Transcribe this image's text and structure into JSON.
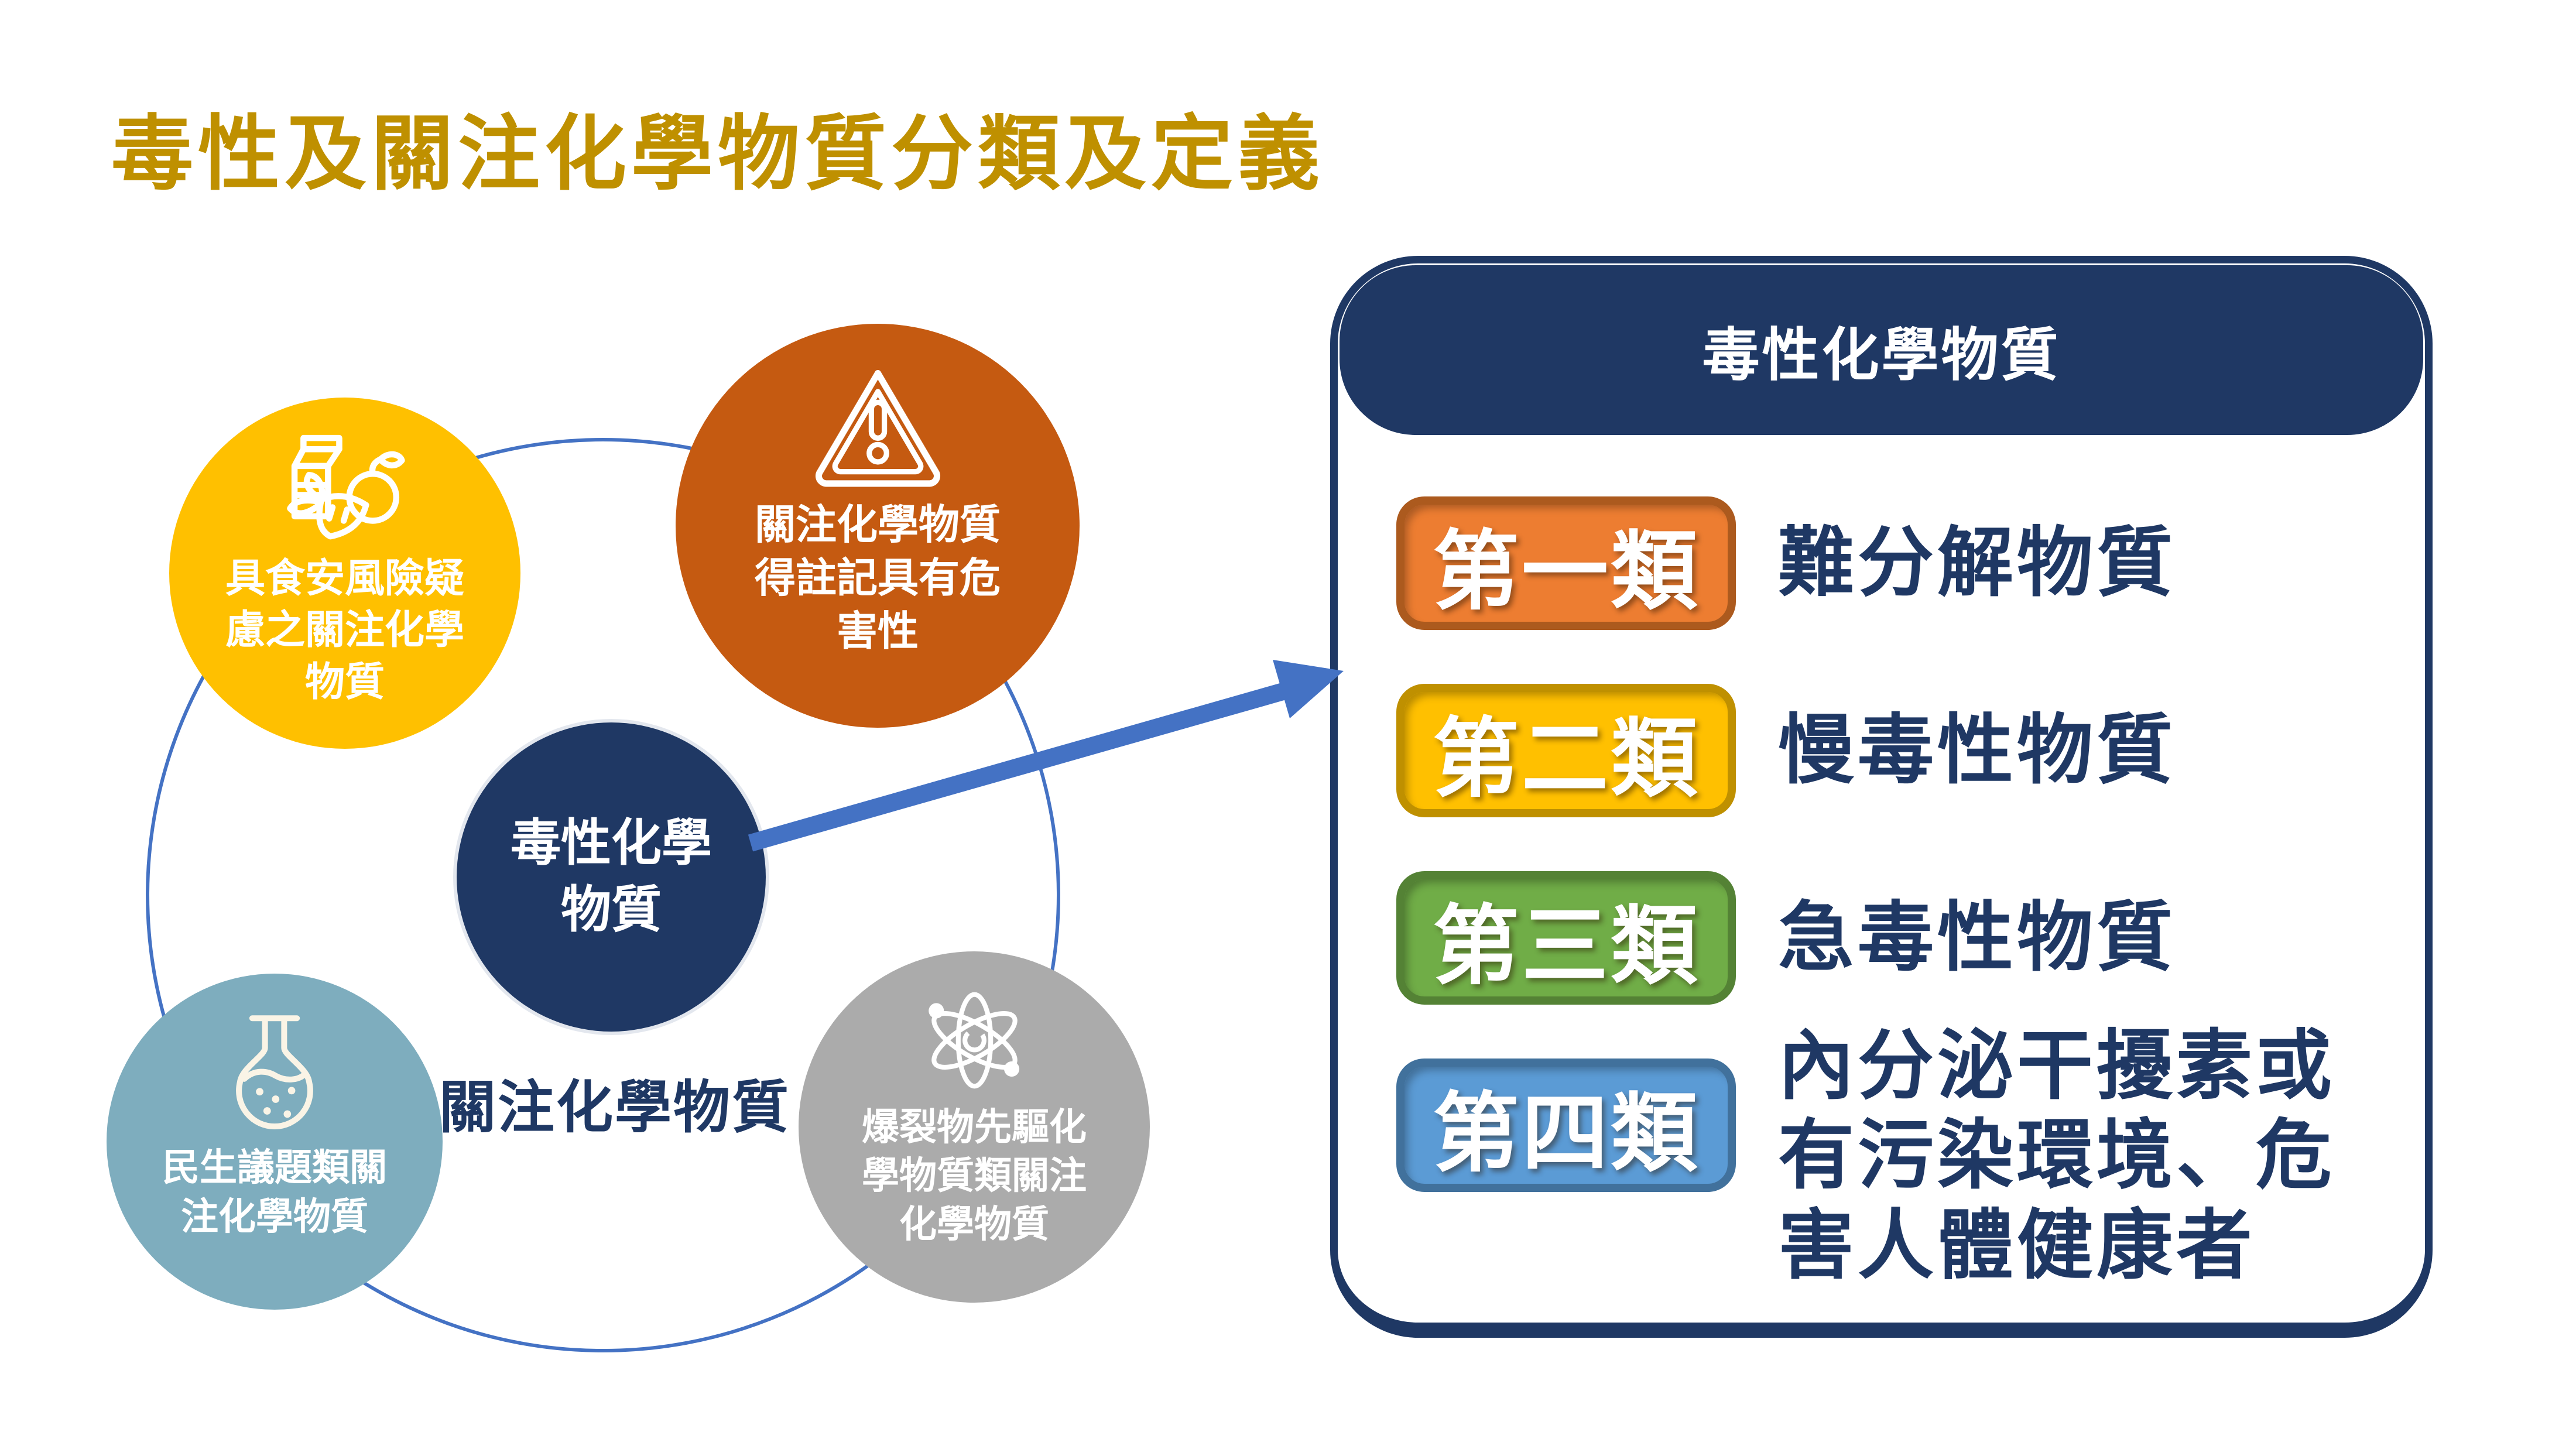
{
  "title": {
    "text": "毒性及關注化學物質分類及定義",
    "color": "#BF9000"
  },
  "diagram": {
    "ring_color": "#4472C4",
    "arrow_color": "#4472C4",
    "center_label": "關注化學物質",
    "label_color": "#1F3864",
    "food": {
      "color": "#FFC000",
      "icon": "food-icon",
      "lines": [
        "具食安風險疑",
        "慮之關注化學",
        "物質"
      ]
    },
    "warning": {
      "color": "#C55A11",
      "icon": "warning-icon",
      "lines": [
        "關注化學物質",
        "得註記具有危",
        "害性"
      ]
    },
    "center": {
      "color": "#1F3864",
      "lines": [
        "毒性化學",
        "物質"
      ]
    },
    "livelihood": {
      "color": "#7EADBE",
      "icon": "flask-icon",
      "icon_color": "#FAF4E6",
      "lines": [
        "民生議題類關",
        "注化學物質"
      ]
    },
    "explosive": {
      "color": "#ABABAB",
      "icon": "atom-icon",
      "lines": [
        "爆裂物先驅化",
        "學物質類關注",
        "化學物質"
      ]
    }
  },
  "panel": {
    "border_color": "#1F3864",
    "header": {
      "text": "毒性化學物質",
      "bg": "#1F3864",
      "text_color": "#FFFFFF"
    },
    "desc_color": "#1F3864",
    "rows": [
      {
        "badge": "第一類",
        "fill": "#ED7D31",
        "border": "#AC5A1E",
        "desc_lines": [
          "難分解物質"
        ]
      },
      {
        "badge": "第二類",
        "fill": "#FFC000",
        "border": "#BF9000",
        "desc_lines": [
          "慢毒性物質"
        ]
      },
      {
        "badge": "第三類",
        "fill": "#70AD47",
        "border": "#548235",
        "desc_lines": [
          "急毒性物質"
        ]
      },
      {
        "badge": "第四類",
        "fill": "#5B9BD5",
        "border": "#41719C",
        "desc_lines": [
          "內分泌干擾素或",
          "有污染環境、危",
          "害人體健康者"
        ]
      }
    ]
  }
}
